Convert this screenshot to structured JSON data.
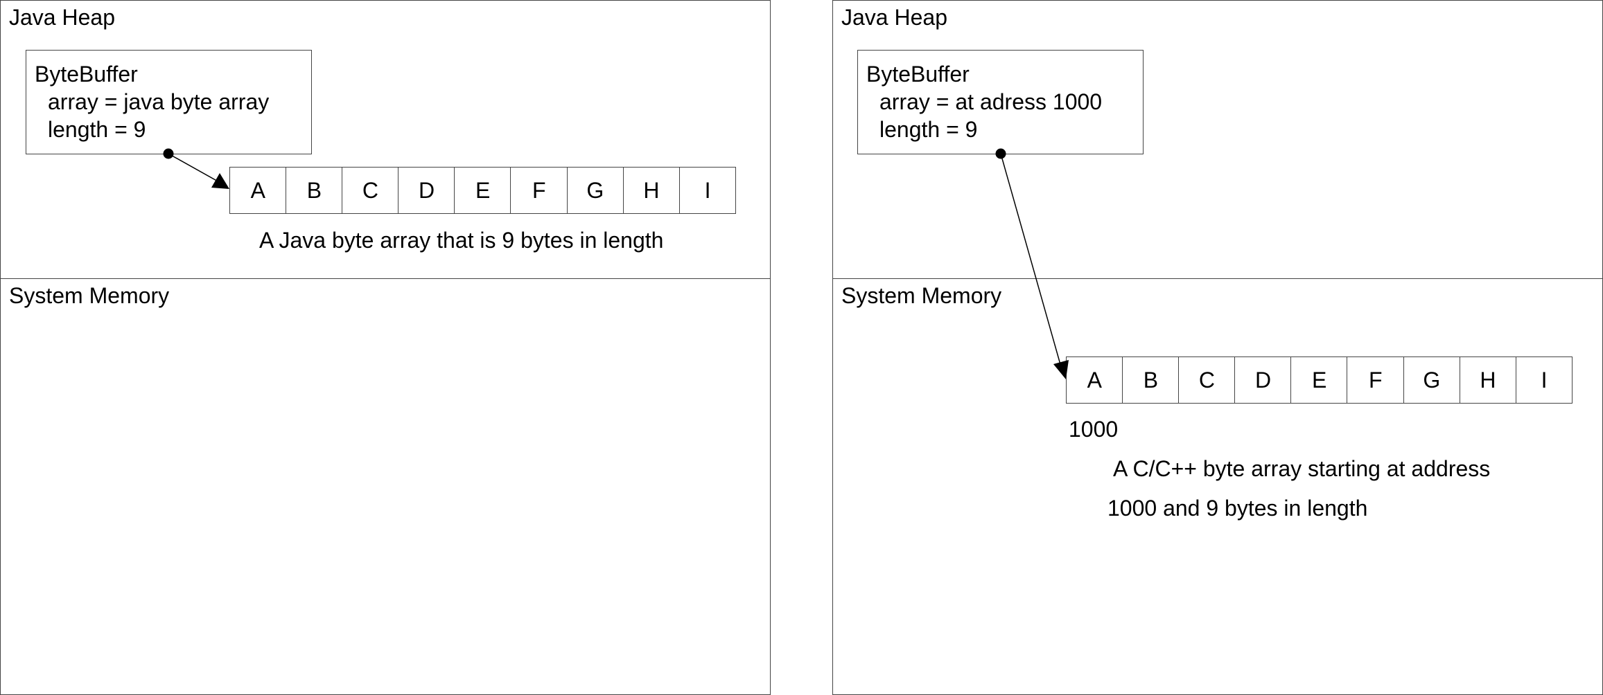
{
  "left": {
    "heap_label": "Java Heap",
    "system_label": "System Memory",
    "bytebuffer": {
      "title": "ByteBuffer",
      "array_field": "array = java byte array",
      "length_field": "length = 9"
    },
    "bytes": [
      "A",
      "B",
      "C",
      "D",
      "E",
      "F",
      "G",
      "H",
      "I"
    ],
    "caption": "A Java byte array that is 9 bytes in length"
  },
  "right": {
    "heap_label": "Java Heap",
    "system_label": "System Memory",
    "bytebuffer": {
      "title": "ByteBuffer",
      "array_field": "array = at adress 1000",
      "length_field": "length = 9"
    },
    "bytes": [
      "A",
      "B",
      "C",
      "D",
      "E",
      "F",
      "G",
      "H",
      "I"
    ],
    "address_label": "1000",
    "caption_line1": "A C/C++ byte array starting at  address",
    "caption_line2": "1000 and 9 bytes in length"
  },
  "colors": {
    "line": "#444444",
    "arrow": "#000000"
  }
}
